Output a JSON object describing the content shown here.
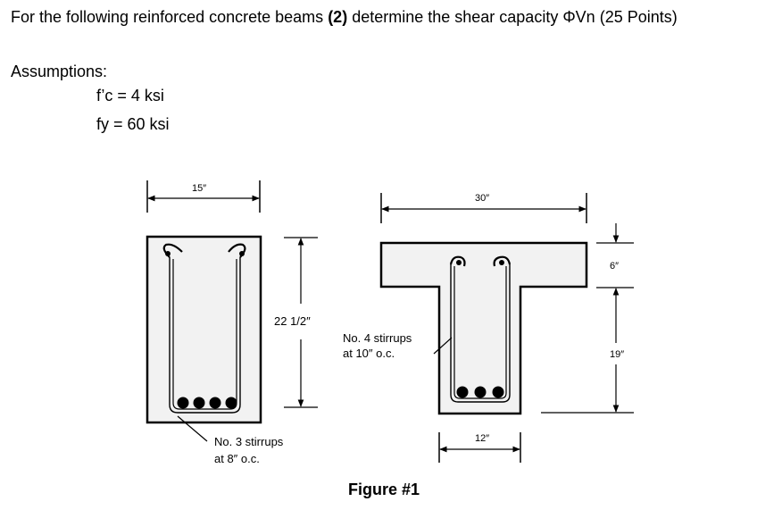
{
  "problem": {
    "title_prefix": "For the following reinforced concrete beams ",
    "title_bold": "(2)",
    "title_suffix": " determine the shear capacity ΦVn (25 Points)"
  },
  "assumptions": {
    "heading": "Assumptions:",
    "fc": "f’c = 4 ksi",
    "fy": "fy = 60 ksi"
  },
  "figure": {
    "caption": "Figure #1",
    "beam1": {
      "width_label": "15″",
      "depth_label": "22 1/2″",
      "stirrup_note_line1": "No. 3 stirrups",
      "stirrup_note_line2": "at 8″ o.c."
    },
    "beam2": {
      "flange_width_label": "30″",
      "flange_thickness_label": "6″",
      "web_depth_label": "19″",
      "web_width_label": "12″",
      "stirrup_note_line1": "No. 4 stirrups",
      "stirrup_note_line2": "at 10″ o.c."
    }
  }
}
